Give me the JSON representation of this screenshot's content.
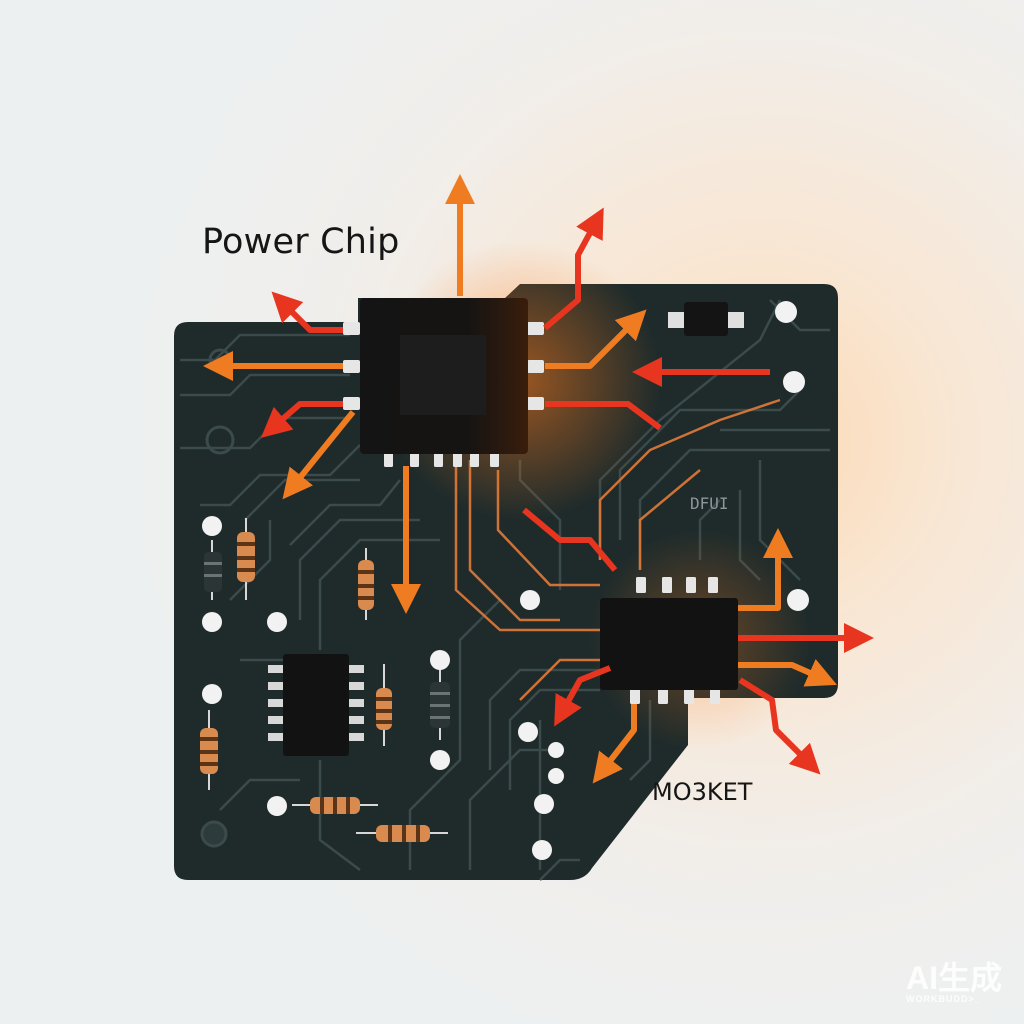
{
  "diagram": {
    "title": "Power Chip",
    "mosfet_label": "MO3KET",
    "board_marking": "DFUI"
  },
  "watermark": {
    "main": "AI生成",
    "sub": "WORKBUDD>_"
  },
  "colors": {
    "board": "#1f2b2b",
    "trace": "#3b4a4a",
    "chip": "#141414",
    "orange": "#f07c22",
    "red": "#e8351f",
    "resistor": "#d98a4e",
    "pad": "#f2f2f2"
  },
  "icons": [
    "power-chip",
    "mosfet-chip",
    "resistor",
    "ic-chip",
    "pad",
    "arrow"
  ]
}
